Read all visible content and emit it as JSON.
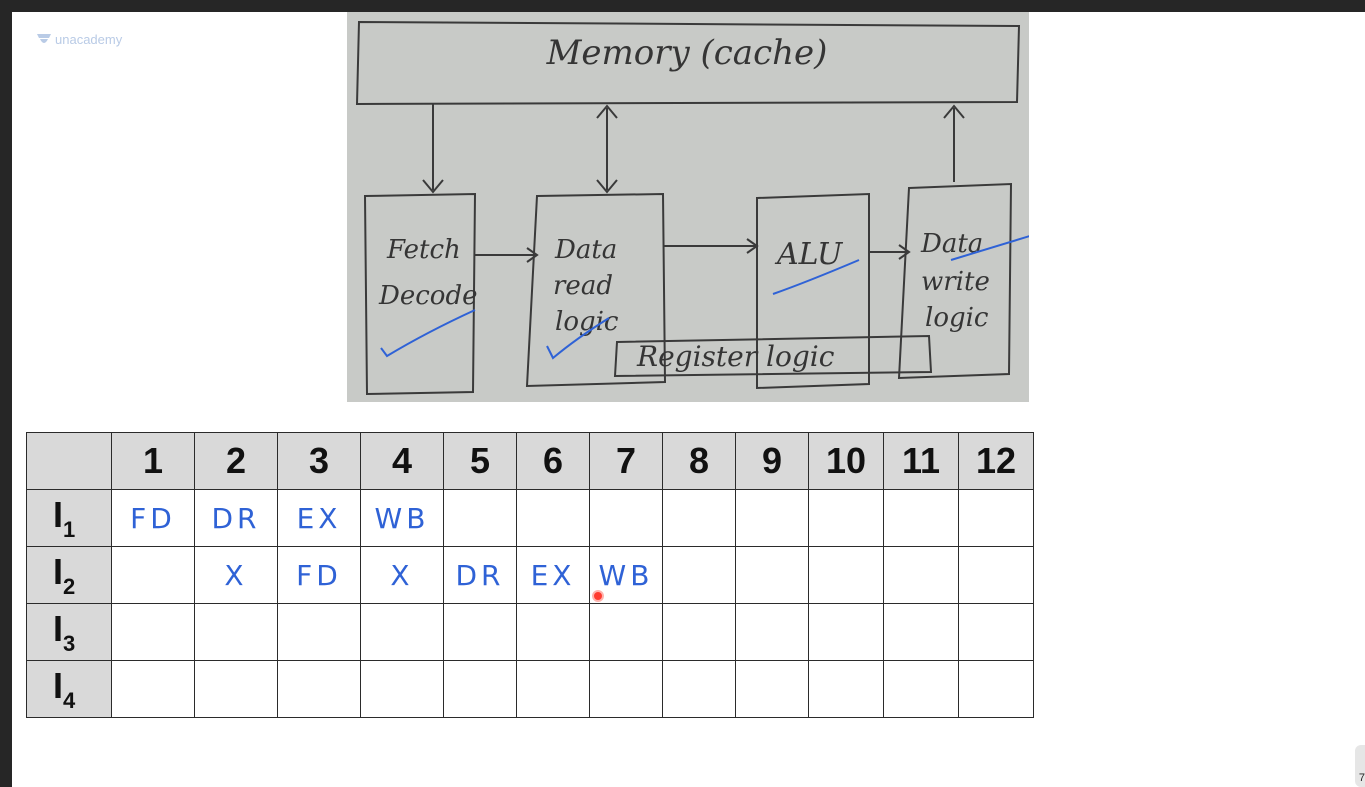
{
  "brand": {
    "name": "unacademy"
  },
  "diagram": {
    "memory_label": "Memory (cache)",
    "fetch_label": [
      "Fetch",
      "Decode"
    ],
    "data_read_label": [
      "Data",
      "read",
      "logic"
    ],
    "alu_label": "ALU",
    "data_write_label": [
      "Data",
      "write",
      "logic"
    ],
    "register_label": "Register logic"
  },
  "table": {
    "columns": [
      "1",
      "2",
      "3",
      "4",
      "5",
      "6",
      "7",
      "8",
      "9",
      "10",
      "11",
      "12"
    ],
    "rows": [
      {
        "label": "I",
        "sub": "1",
        "cells": [
          "FD",
          "DR",
          "EX",
          "WB",
          "",
          "",
          "",
          "",
          "",
          "",
          "",
          ""
        ]
      },
      {
        "label": "I",
        "sub": "2",
        "cells": [
          "",
          "X",
          "FD",
          "X",
          "DR",
          "EX",
          "WB",
          "",
          "",
          "",
          "",
          ""
        ]
      },
      {
        "label": "I",
        "sub": "3",
        "cells": [
          "",
          "",
          "",
          "",
          "",
          "",
          "",
          "",
          "",
          "",
          "",
          ""
        ]
      },
      {
        "label": "I",
        "sub": "4",
        "cells": [
          "",
          "",
          "",
          "",
          "",
          "",
          "",
          "",
          "",
          "",
          "",
          ""
        ]
      }
    ]
  },
  "page_number": "7",
  "colors": {
    "ink_blue": "#2f62d6",
    "header_gray": "#d9d9d9",
    "frame": "#262626"
  }
}
